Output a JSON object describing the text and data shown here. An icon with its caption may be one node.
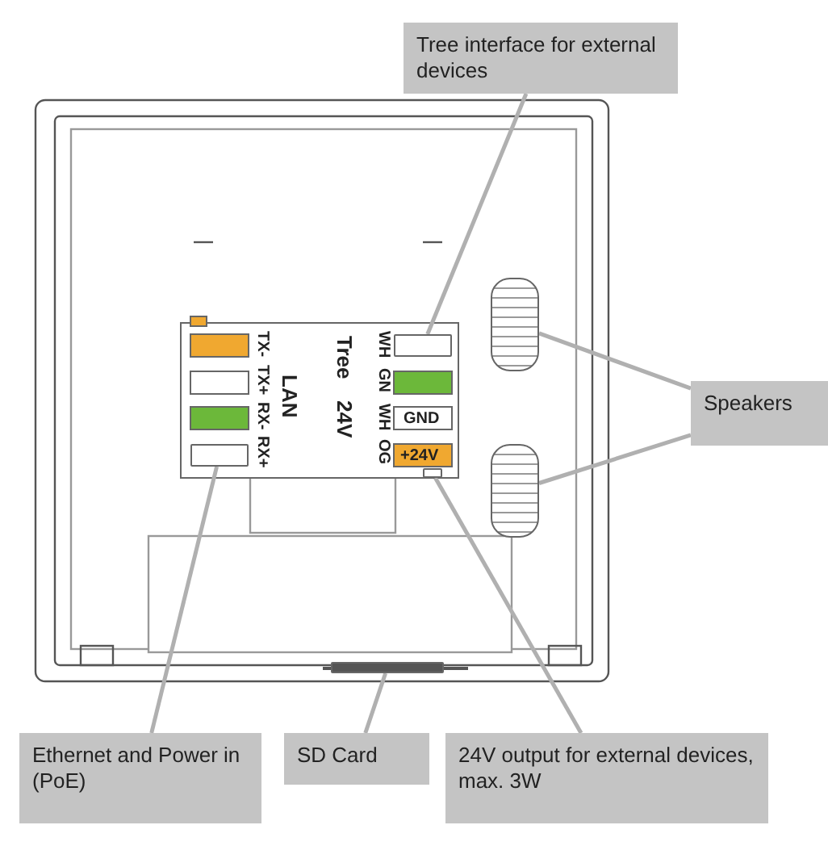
{
  "diagram": {
    "nodes": [
      {
        "text": [
          "Tree interface for external devices"
        ]
      },
      {
        "text": [
          "Speakers"
        ]
      },
      {
        "text": [
          "Ethernet and Power in (PoE)"
        ]
      },
      {
        "text": [
          "SD Card"
        ]
      },
      {
        "text": [
          "24V output for external devices, max. 3W"
        ]
      },
      {
        "text": [],
        "shape": "box"
      },
      {
        "text": [],
        "shape": "box"
      },
      {
        "text": [],
        "shape": "box"
      },
      {
        "text": [],
        "shape": "box"
      },
      {
        "text": [],
        "shape": "box"
      },
      {
        "text": [],
        "shape": "box"
      }
    ],
    "edges": [
      {
        "from": 0,
        "to": 5,
        "arrow": "none"
      },
      {
        "from": 1,
        "to": 6,
        "arrow": "none"
      },
      {
        "from": 1,
        "to": 7,
        "arrow": "none"
      },
      {
        "from": 2,
        "to": 8,
        "arrow": "none"
      },
      {
        "from": 3,
        "to": 9,
        "arrow": "none"
      },
      {
        "from": 4,
        "to": 10,
        "arrow": "none"
      }
    ],
    "labels": [
      "TX-",
      "TX+",
      "RX-",
      "RX+",
      "LAN",
      "Tree",
      "24V",
      "WH",
      "GN",
      "WH",
      "OG",
      "GND",
      "+24V"
    ]
  }
}
